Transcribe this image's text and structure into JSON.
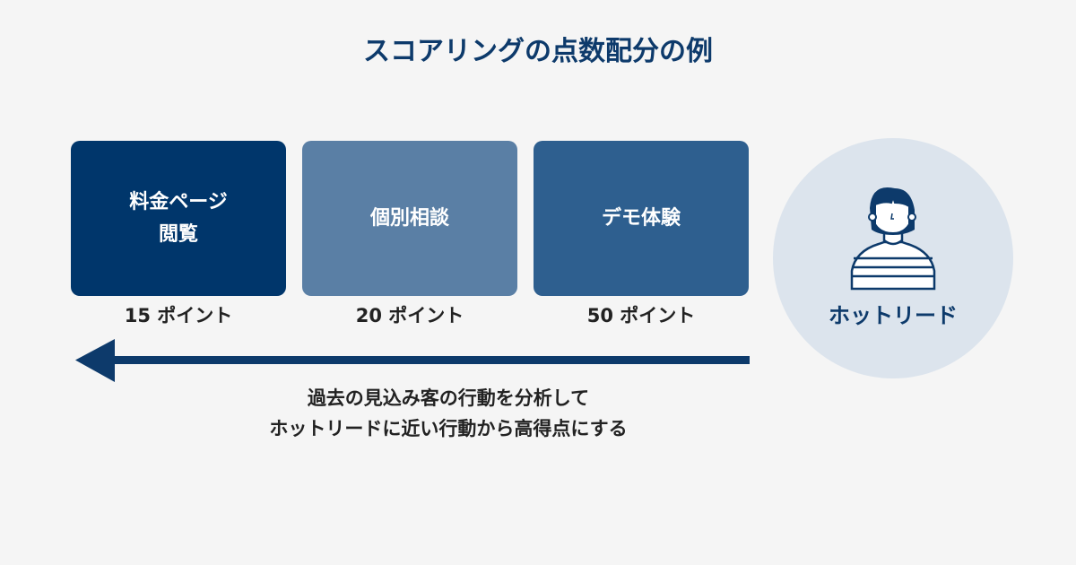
{
  "title": "スコアリングの点数配分の例",
  "boxes": [
    {
      "label_line1": "料金ページ",
      "label_line2": "閲覧",
      "points": "15 ポイント",
      "color": "#00366b"
    },
    {
      "label_line1": "個別相談",
      "label_line2": "",
      "points": "20 ポイント",
      "color": "#5a7fa5"
    },
    {
      "label_line1": "デモ体験",
      "label_line2": "",
      "points": "50 ポイント",
      "color": "#2e5f8f"
    }
  ],
  "hot_lead": {
    "label": "ホットリード",
    "icon": "person-icon"
  },
  "description": {
    "line1": "過去の見込み客の行動を分析して",
    "line2": "ホットリードに近い行動から高得点にする"
  }
}
